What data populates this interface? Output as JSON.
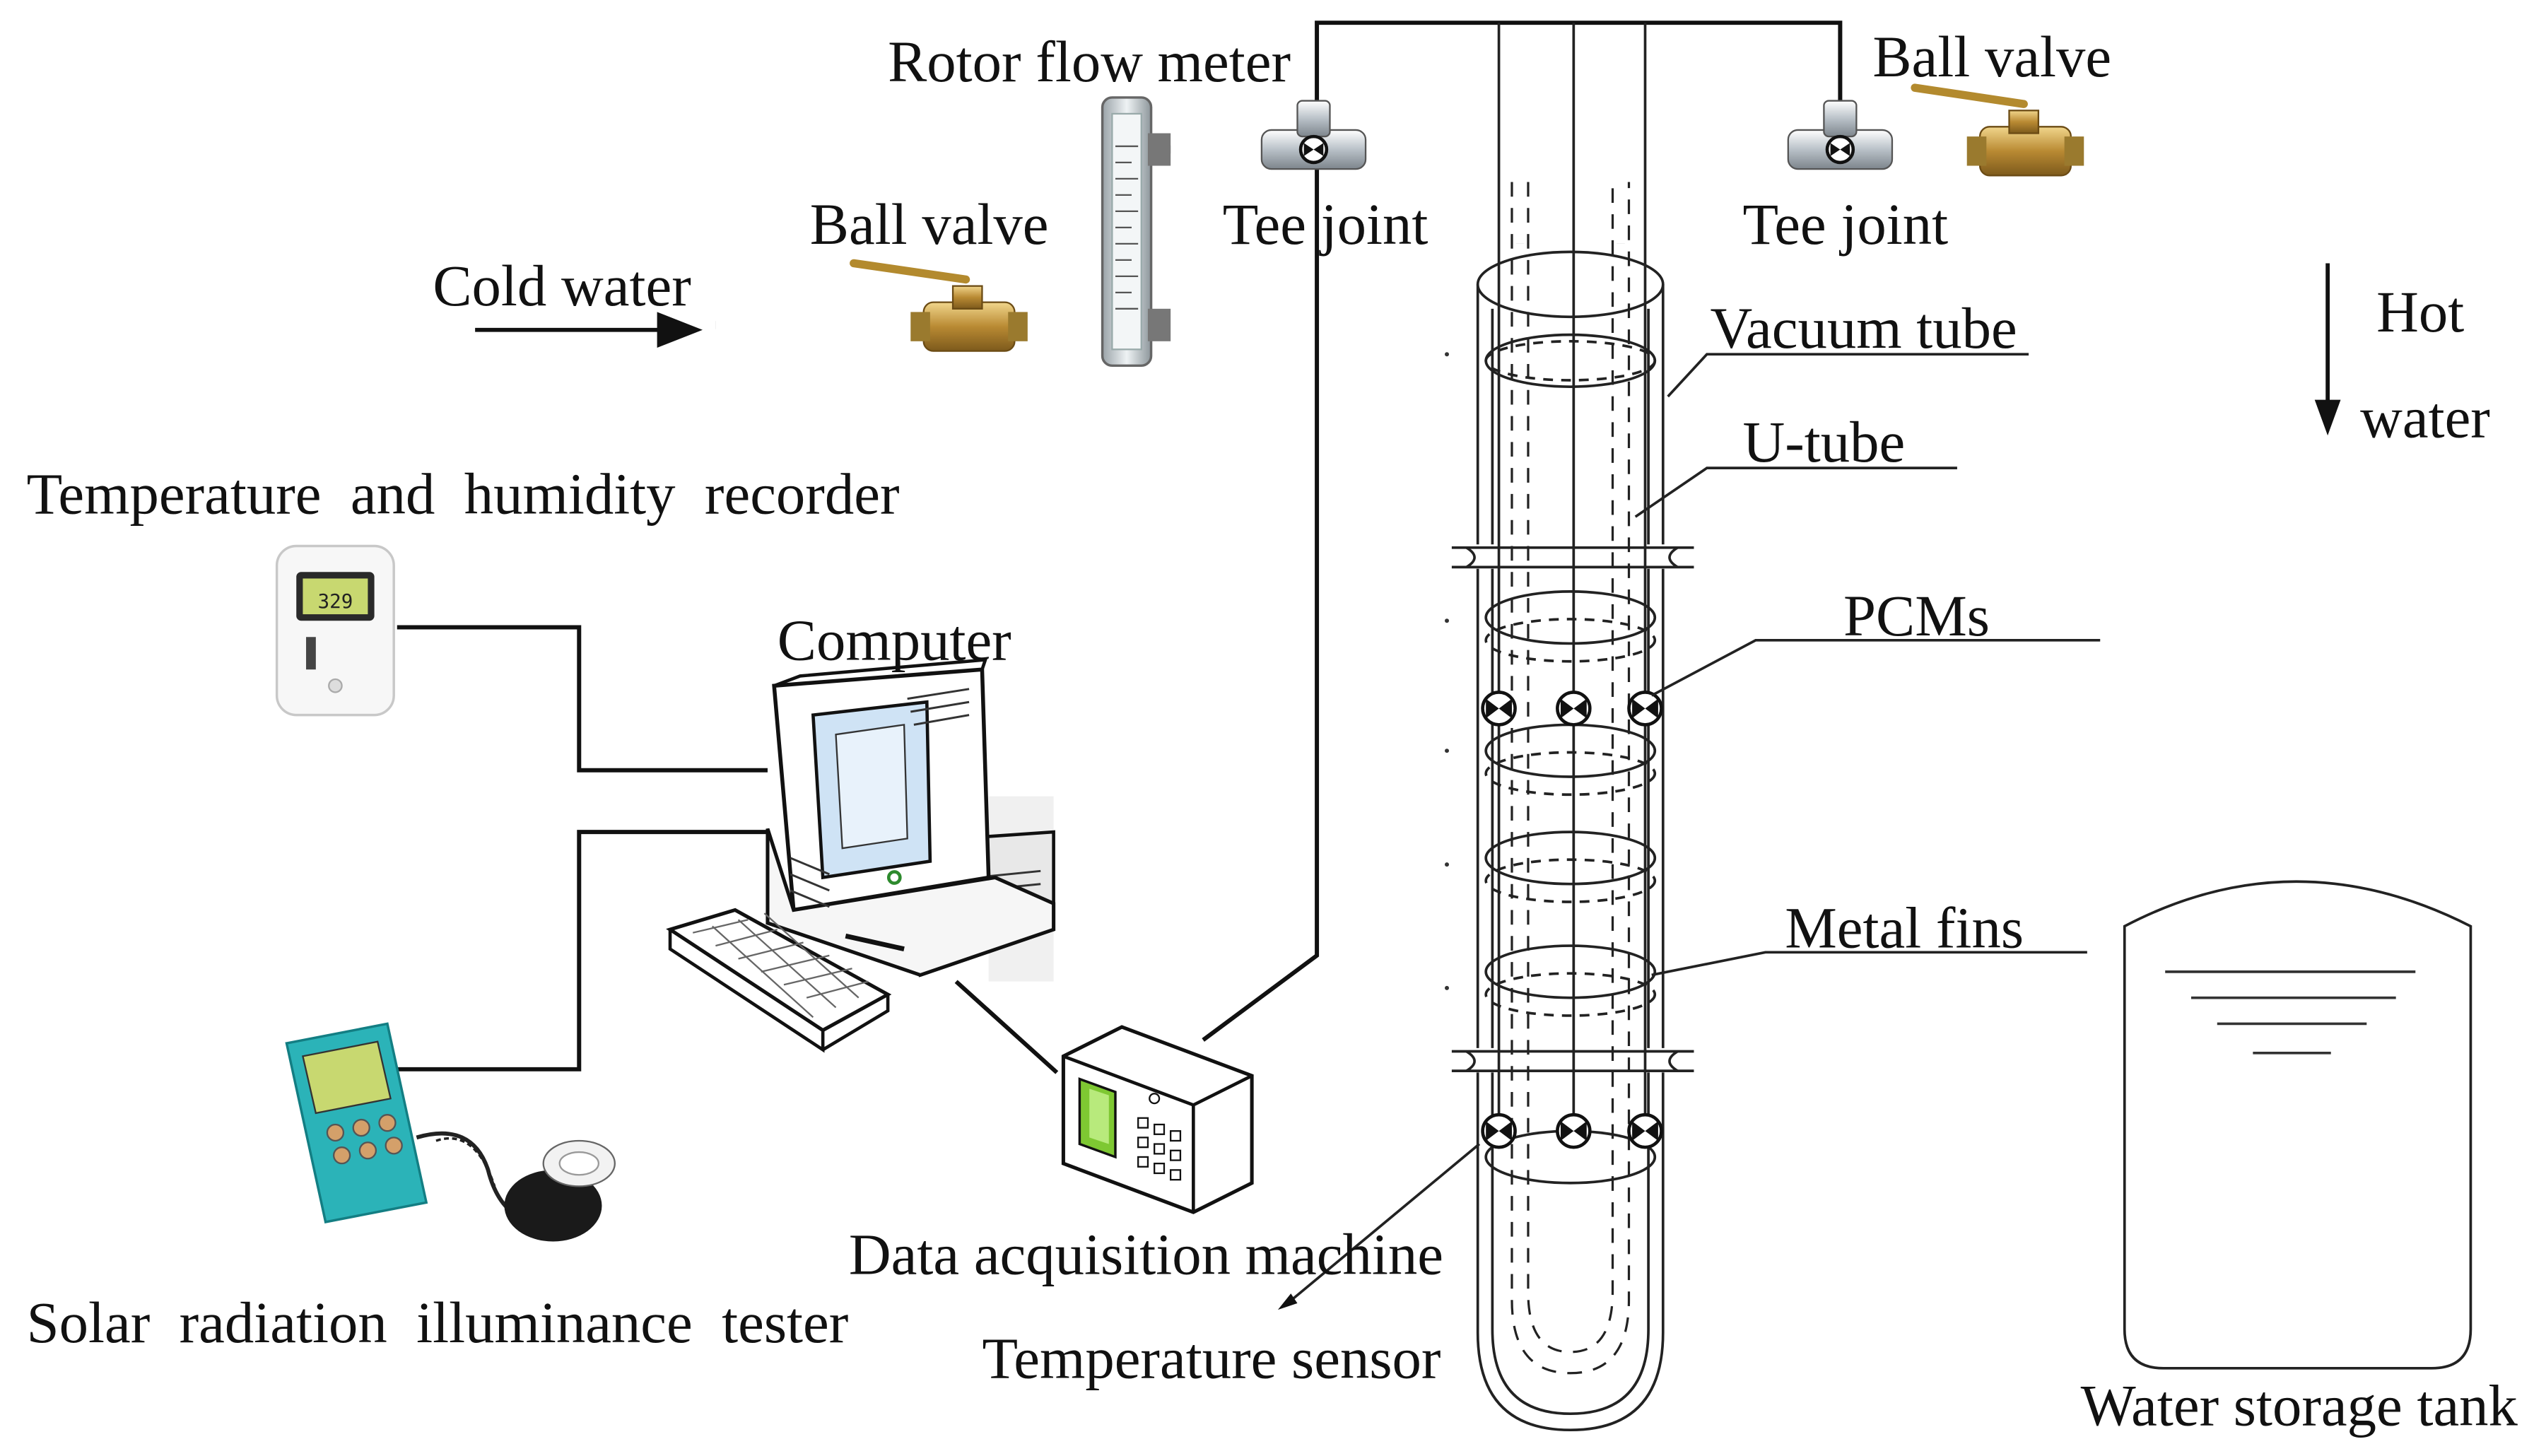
{
  "labels": {
    "rotor_flow_meter": "Rotor flow meter",
    "ball_valve_left": "Ball valve",
    "ball_valve_right": "Ball valve",
    "cold_water": "Cold water",
    "tee_joint_left": "Tee joint",
    "tee_joint_right": "Tee joint",
    "vacuum_tube": "Vacuum tube",
    "u_tube": "U-tube",
    "pcms": "PCMs",
    "metal_fins": "Metal fins",
    "hot": "Hot",
    "water": "water",
    "temp_humidity_recorder": "Temperature  and  humidity  recorder",
    "computer": "Computer",
    "solar_tester": "Solar  radiation  illuminance  tester",
    "data_acquisition": "Data acquisition machine",
    "temperature_sensor": "Temperature sensor",
    "water_storage_tank": "Water storage tank"
  },
  "devices": {
    "recorder_display": "329"
  },
  "colors": {
    "brass": "#c9a04a",
    "valve_handle": "#b38a2e",
    "lcd_green": "#c8d870",
    "meter_teal": "#2bb3b8",
    "screen_blue": "#cfe3f5",
    "daq_green": "#7ec832"
  }
}
